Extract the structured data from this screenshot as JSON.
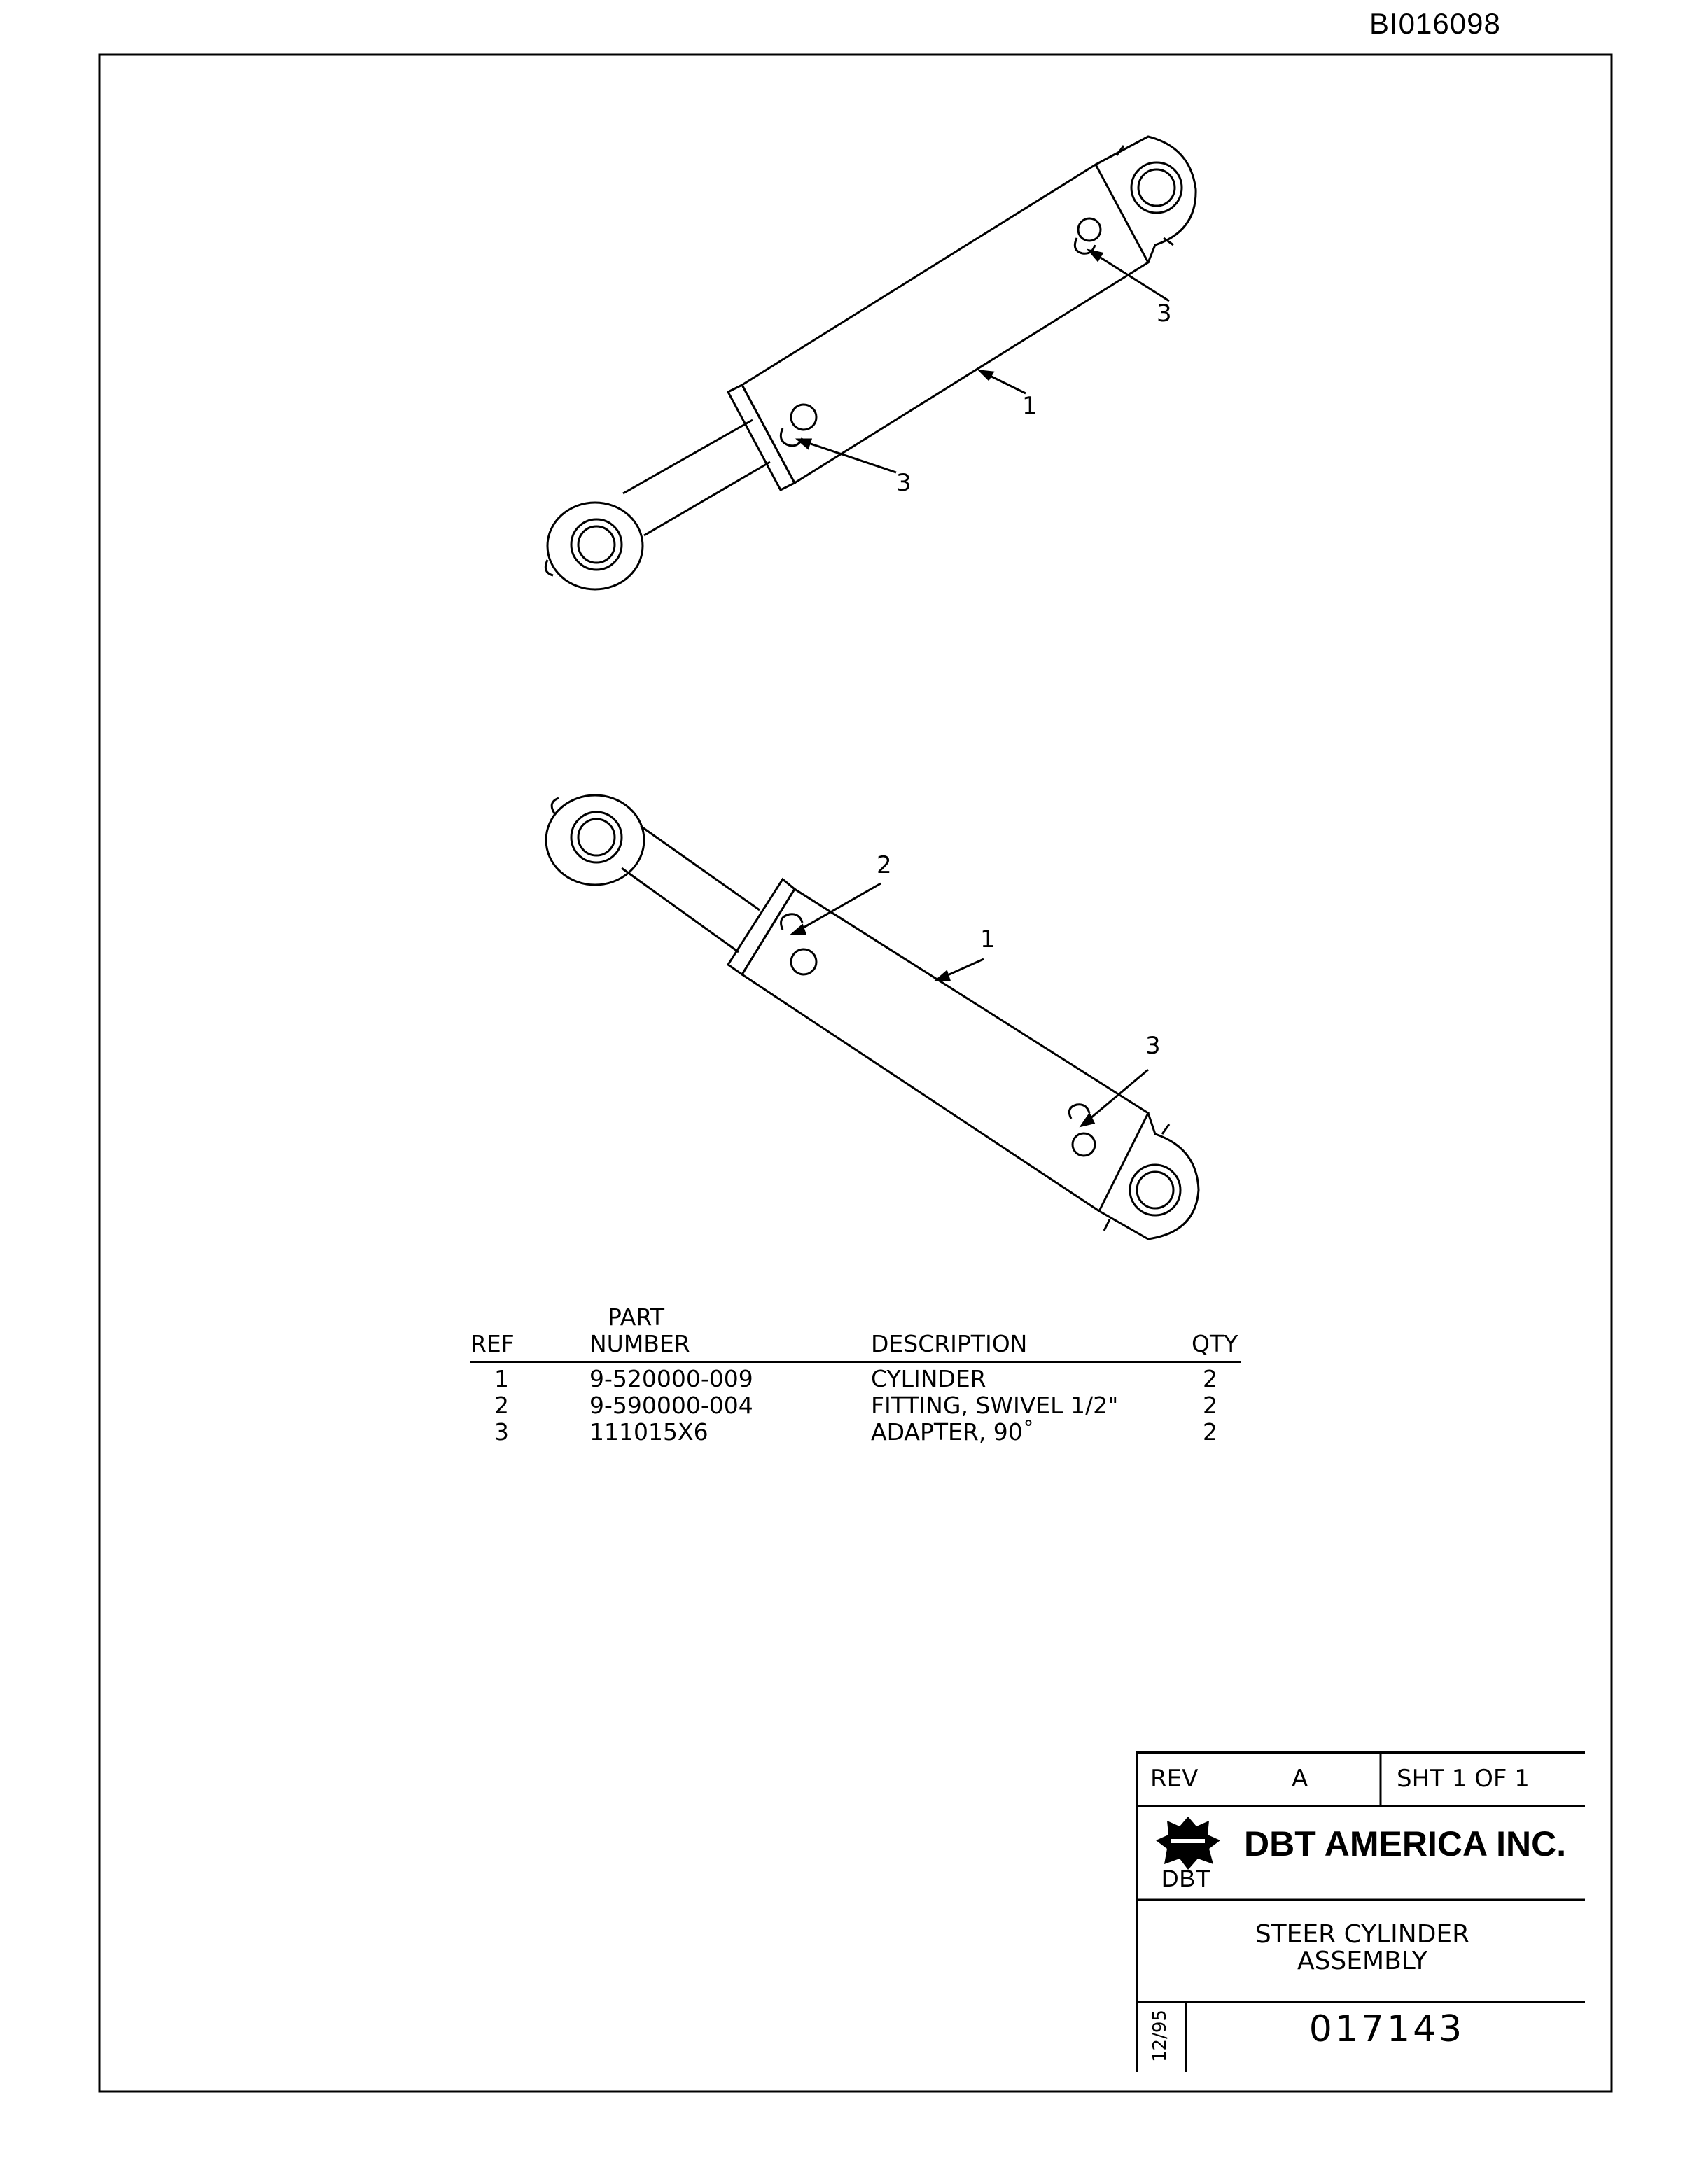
{
  "document_id": "BI016098",
  "callouts": {
    "upper": [
      {
        "label": "3"
      },
      {
        "label": "1"
      },
      {
        "label": "3"
      }
    ],
    "lower": [
      {
        "label": "2"
      },
      {
        "label": "1"
      },
      {
        "label": "3"
      }
    ]
  },
  "parts_table": {
    "headers": {
      "ref": "REF",
      "part_top": "PART",
      "part_bottom": "NUMBER",
      "description": "DESCRIPTION",
      "qty": "QTY"
    },
    "rows": [
      {
        "ref": "1",
        "part_number": "9-520000-009",
        "description": "CYLINDER",
        "qty": "2"
      },
      {
        "ref": "2",
        "part_number": "9-590000-004",
        "description": "FITTING, SWIVEL 1/2\"",
        "qty": "2"
      },
      {
        "ref": "3",
        "part_number": "111015X6",
        "description": "ADAPTER, 90˚",
        "qty": "2"
      }
    ]
  },
  "title_block": {
    "rev_label": "REV",
    "rev_value": "A",
    "sheet": "SHT 1    OF 1",
    "company": "DBT AMERICA INC.",
    "logo_text": "DBT",
    "title_line1": "STEER CYLINDER",
    "title_line2": "ASSEMBLY",
    "date": "12/95",
    "drawing_number": "017143"
  }
}
